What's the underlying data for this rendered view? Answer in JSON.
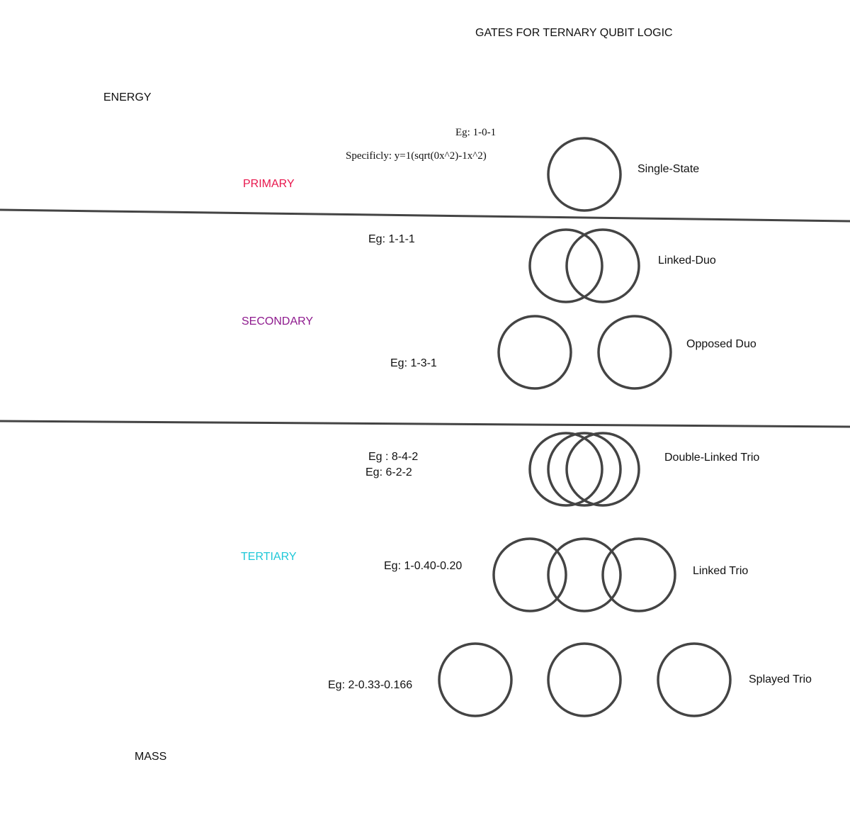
{
  "title": "GATES FOR TERNARY QUBIT LOGIC",
  "axis": {
    "top": "ENERGY",
    "bottom": "MASS"
  },
  "tiers": {
    "primary": {
      "label": "PRIMARY",
      "color": "#e8174d"
    },
    "secondary": {
      "label": "SECONDARY",
      "color": "#8e1a8e"
    },
    "tertiary": {
      "label": "TERTIARY",
      "color": "#1fc8d8"
    }
  },
  "gates": {
    "single_state": {
      "name": "Single-State",
      "example": "Eg: 1-0-1",
      "formula": "Specificly:  y=1(sqrt(0x^2)-1x^2)"
    },
    "linked_duo": {
      "name": "Linked-Duo",
      "example": "Eg: 1-1-1"
    },
    "opposed_duo": {
      "name": "Opposed Duo",
      "example": "Eg: 1-3-1"
    },
    "double_linked_trio": {
      "name": "Double-Linked Trio",
      "example_1": "Eg : 8-4-2",
      "example_2": "Eg: 6-2-2"
    },
    "linked_trio": {
      "name": "Linked Trio",
      "example": "Eg: 1-0.40-0.20"
    },
    "splayed_trio": {
      "name": "Splayed Trio",
      "example": "Eg: 2-0.33-0.166"
    }
  },
  "style": {
    "stroke": "#444444",
    "text": "#111111"
  }
}
